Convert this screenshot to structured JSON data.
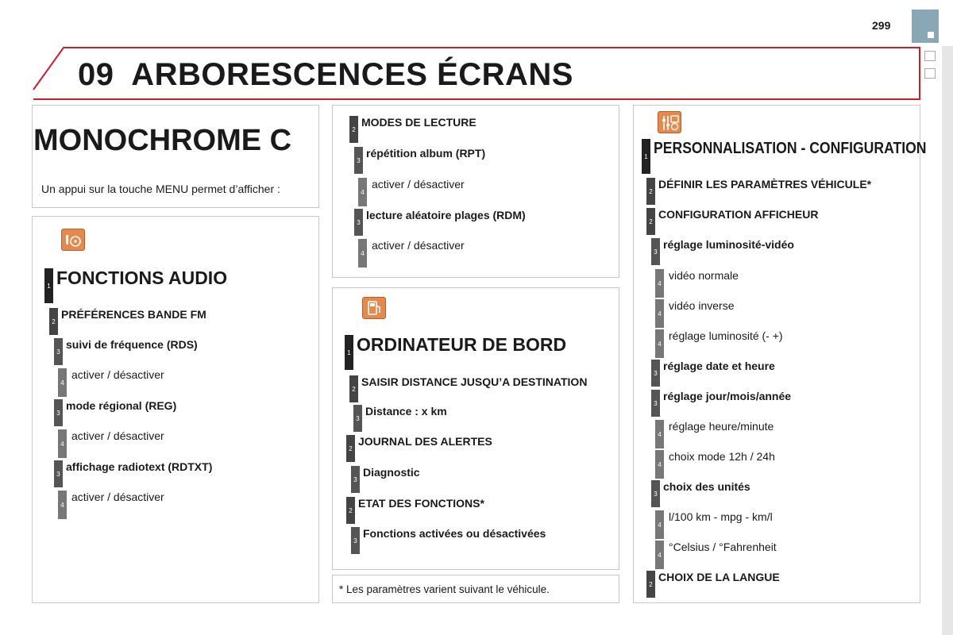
{
  "page_number": "299",
  "chapter_title": "09  ARBORESCENCES ÉCRANS",
  "monochrome": {
    "title": "MONOCHROME C",
    "intro": "Un appui sur la touche MENU permet d’afficher :"
  },
  "audio": {
    "icon": "audio-icon",
    "rows": [
      {
        "level": "1",
        "text": "FONCTIONS AUDIO"
      },
      {
        "level": "2",
        "text": "PRÉFÉRENCES BANDE FM"
      },
      {
        "level": "3",
        "text": "suivi de fréquence (RDS)"
      },
      {
        "level": "4",
        "text": "activer / désactiver"
      },
      {
        "level": "3",
        "text": "mode régional (REG)"
      },
      {
        "level": "4",
        "text": "activer / désactiver"
      },
      {
        "level": "3",
        "text": "affichage radiotext (RDTXT)"
      },
      {
        "level": "4",
        "text": "activer / désactiver"
      }
    ]
  },
  "reading": {
    "rows": [
      {
        "level": "2",
        "text": "MODES DE LECTURE"
      },
      {
        "level": "3",
        "text": "répétition album (RPT)"
      },
      {
        "level": "4",
        "text": "activer / désactiver"
      },
      {
        "level": "3",
        "text": "lecture aléatoire plages (RDM)"
      },
      {
        "level": "4",
        "text": "activer / désactiver"
      }
    ]
  },
  "computer": {
    "icon": "fuel-pump-icon",
    "rows": [
      {
        "level": "1",
        "text": "ORDINATEUR DE BORD"
      },
      {
        "level": "2",
        "text": "SAISIR DISTANCE JUSQU’A DESTINATION"
      },
      {
        "level": "3",
        "text": "Distance : x km"
      },
      {
        "level": "2",
        "text": "JOURNAL DES ALERTES"
      },
      {
        "level": "3",
        "text": "Diagnostic"
      },
      {
        "level": "2",
        "text": "ETAT DES FONCTIONS*"
      },
      {
        "level": "3",
        "text": "Fonctions activées ou désactivées"
      }
    ]
  },
  "footnote": "* Les paramètres varient suivant le véhicule.",
  "settings": {
    "icon": "settings-icon",
    "rows": [
      {
        "level": "1",
        "text": "PERSONNALISATION - CONFIGURATION"
      },
      {
        "level": "2",
        "text": "DÉFINIR LES PARAMÈTRES VÉHICULE*"
      },
      {
        "level": "2",
        "text": "CONFIGURATION AFFICHEUR"
      },
      {
        "level": "3",
        "text": "réglage luminosité-vidéo"
      },
      {
        "level": "4",
        "text": "vidéo normale"
      },
      {
        "level": "4",
        "text": "vidéo inverse"
      },
      {
        "level": "4",
        "text": "réglage luminosité (- +)"
      },
      {
        "level": "3",
        "text": "réglage date et heure"
      },
      {
        "level": "3",
        "text": "réglage jour/mois/année"
      },
      {
        "level": "4",
        "text": "réglage heure/minute"
      },
      {
        "level": "4",
        "text": "choix mode 12h / 24h"
      },
      {
        "level": "3",
        "text": "choix des unités"
      },
      {
        "level": "4",
        "text": "l/100 km - mpg - km/l"
      },
      {
        "level": "4",
        "text": "°Celsius / °Fahrenheit"
      },
      {
        "level": "2",
        "text": "CHOIX DE LA LANGUE"
      }
    ]
  },
  "colors": {
    "accent_red": "#c8202e",
    "icon_orange": "#e58a4e",
    "corner_tab": "#8aa7b6"
  }
}
